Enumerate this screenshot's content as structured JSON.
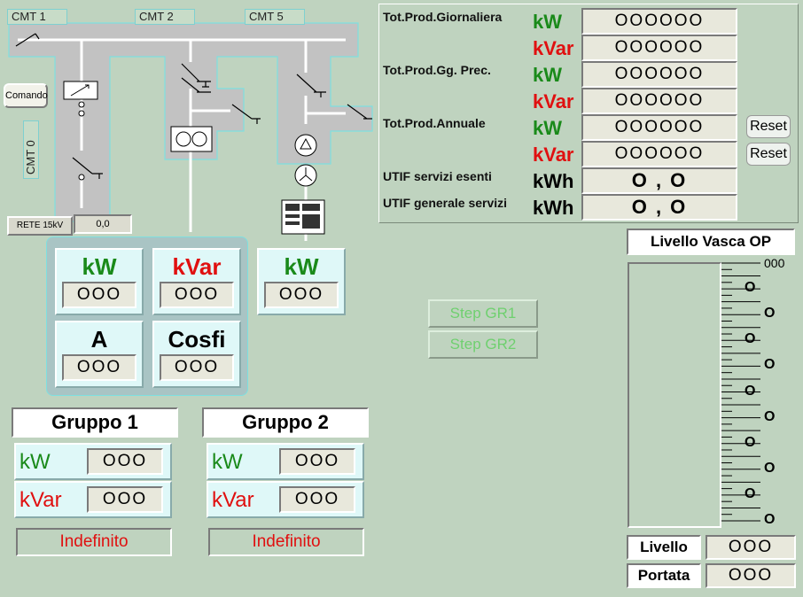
{
  "diagram": {
    "tabs": [
      "CMT 1",
      "CMT 2",
      "CMT 5"
    ],
    "cmt0_label": "CMT 0",
    "comando_label": "Comando",
    "rete_label": "RETE 15kV",
    "rete_value": "0,0"
  },
  "meters_main": {
    "kw": {
      "label": "kW",
      "value": "OOO"
    },
    "kvar": {
      "label": "kVar",
      "value": "OOO"
    },
    "a": {
      "label": "A",
      "value": "OOO"
    },
    "cosfi": {
      "label": "Cosfi",
      "value": "OOO"
    },
    "kw2": {
      "label": "kW",
      "value": "OOO"
    }
  },
  "totals": {
    "giornaliera": {
      "label": "Tot.Prod.Giornaliera",
      "kw_unit": "kW",
      "kvar_unit": "kVar",
      "kw_value": "OOOOOO",
      "kvar_value": "OOOOOO"
    },
    "gg_prec": {
      "label": "Tot.Prod.Gg. Prec.",
      "kw_unit": "kW",
      "kvar_unit": "kVar",
      "kw_value": "OOOOOO",
      "kvar_value": "OOOOOO"
    },
    "annuale": {
      "label": "Tot.Prod.Annuale",
      "kw_unit": "kW",
      "kvar_unit": "kVar",
      "kw_value": "OOOOOO",
      "kvar_value": "OOOOOO"
    },
    "utif_esenti": {
      "label": "UTIF servizi esenti",
      "unit": "kWh",
      "value": "O , O"
    },
    "utif_generale": {
      "label": "UTIF generale servizi",
      "unit": "kWh",
      "value": "O , O"
    },
    "reset_labels": [
      "Reset",
      "Reset"
    ]
  },
  "steps": [
    "Step GR1",
    "Step GR2"
  ],
  "gruppo1": {
    "title": "Gruppo 1",
    "kw_unit": "kW",
    "kvar_unit": "kVar",
    "kw_value": "OOO",
    "kvar_value": "OOO",
    "status": "Indefinito"
  },
  "gruppo2": {
    "title": "Gruppo 2",
    "kw_unit": "kW",
    "kvar_unit": "kVar",
    "kw_value": "OOO",
    "kvar_value": "OOO",
    "status": "Indefinito"
  },
  "vasca": {
    "title": "Livello Vasca OP",
    "top_tick": "000",
    "tick_labels": [
      "O",
      "O",
      "O",
      "O",
      "O",
      "O",
      "O",
      "O",
      "O",
      "O"
    ],
    "livello_label": "Livello",
    "livello_value": "OOO",
    "portata_label": "Portata",
    "portata_value": "OOO"
  }
}
